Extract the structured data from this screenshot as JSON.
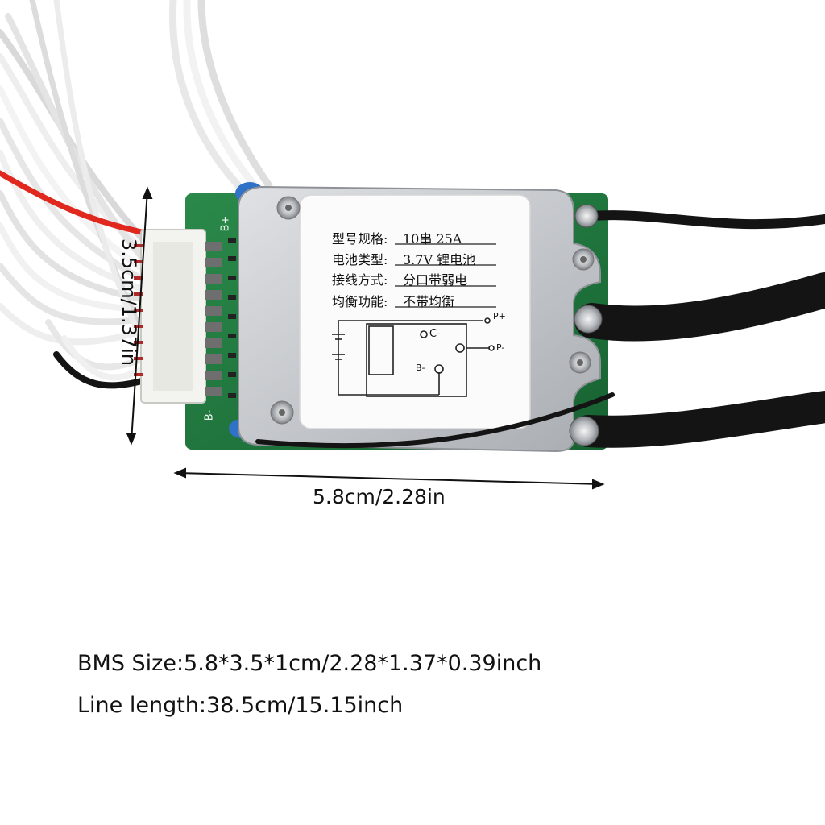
{
  "dimensions": {
    "width_label": "5.8cm/2.28in",
    "height_label": "3.5cm/1.37in"
  },
  "specs": {
    "bms_size": "BMS Size:5.8*3.5*1cm/2.28*1.37*0.39inch",
    "line_length": "Line length:38.5cm/15.15inch"
  },
  "board_label": {
    "model_key": "型号规格:",
    "model_value": "10串 25A",
    "battery_key": "电池类型:",
    "battery_value": "3.7V 锂电池",
    "wiring_key": "接线方式:",
    "wiring_value": "分口带弱电",
    "balance_key": "均衡功能:",
    "balance_value": "不带均衡"
  },
  "schematic": {
    "p_plus": "P+",
    "p_minus": "P-",
    "c_minus": "C-",
    "b_minus": "B-"
  },
  "pcb": {
    "b_plus": "B+",
    "b_minus": "B-"
  },
  "colors": {
    "pcb_green": "#1f7a3e",
    "metal": "#c9ccd0",
    "wire_white": "#f2f2f2",
    "wire_black": "#141414",
    "wire_red": "#e0281e"
  }
}
